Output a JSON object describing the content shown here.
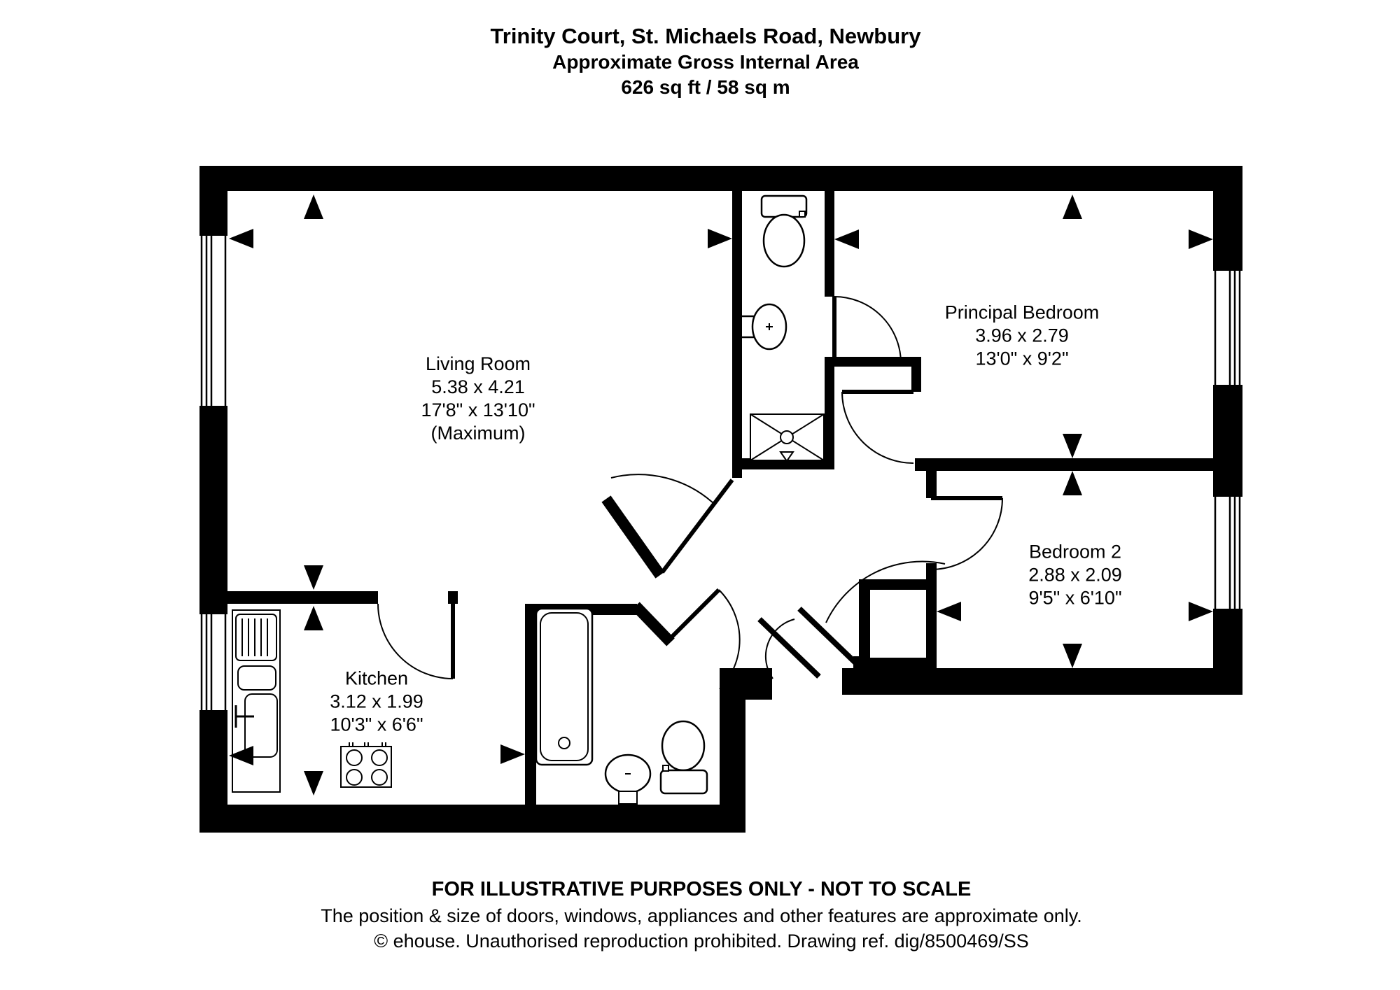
{
  "title": {
    "address": "Trinity Court, St. Michaels Road, Newbury",
    "subtitle": "Approximate Gross Internal Area",
    "area": "626 sq ft / 58 sq m"
  },
  "rooms": {
    "living_room": {
      "name": "Living Room",
      "metric": "5.38 x 4.21",
      "imperial": "17'8\" x 13'10\"",
      "note": "(Maximum)"
    },
    "kitchen": {
      "name": "Kitchen",
      "metric": "3.12 x 1.99",
      "imperial": "10'3\" x 6'6\""
    },
    "principal_bedroom": {
      "name": "Principal Bedroom",
      "metric": "3.96 x 2.79",
      "imperial": "13'0\" x 9'2\""
    },
    "bedroom_2": {
      "name": "Bedroom 2",
      "metric": "2.88 x 2.09",
      "imperial": "9'5\" x 6'10\""
    }
  },
  "footer": {
    "line1": "FOR ILLUSTRATIVE PURPOSES ONLY - NOT TO SCALE",
    "line2": "The position & size of doors, windows, appliances and other features are approximate only.",
    "line3": "© ehouse. Unauthorised reproduction prohibited. Drawing ref. dig/8500469/SS"
  },
  "colors": {
    "wall": "#000000",
    "background": "#ffffff"
  },
  "fixtures": [
    "toilet",
    "wash-basin",
    "shower",
    "bathtub",
    "kitchen-sink",
    "hob"
  ]
}
